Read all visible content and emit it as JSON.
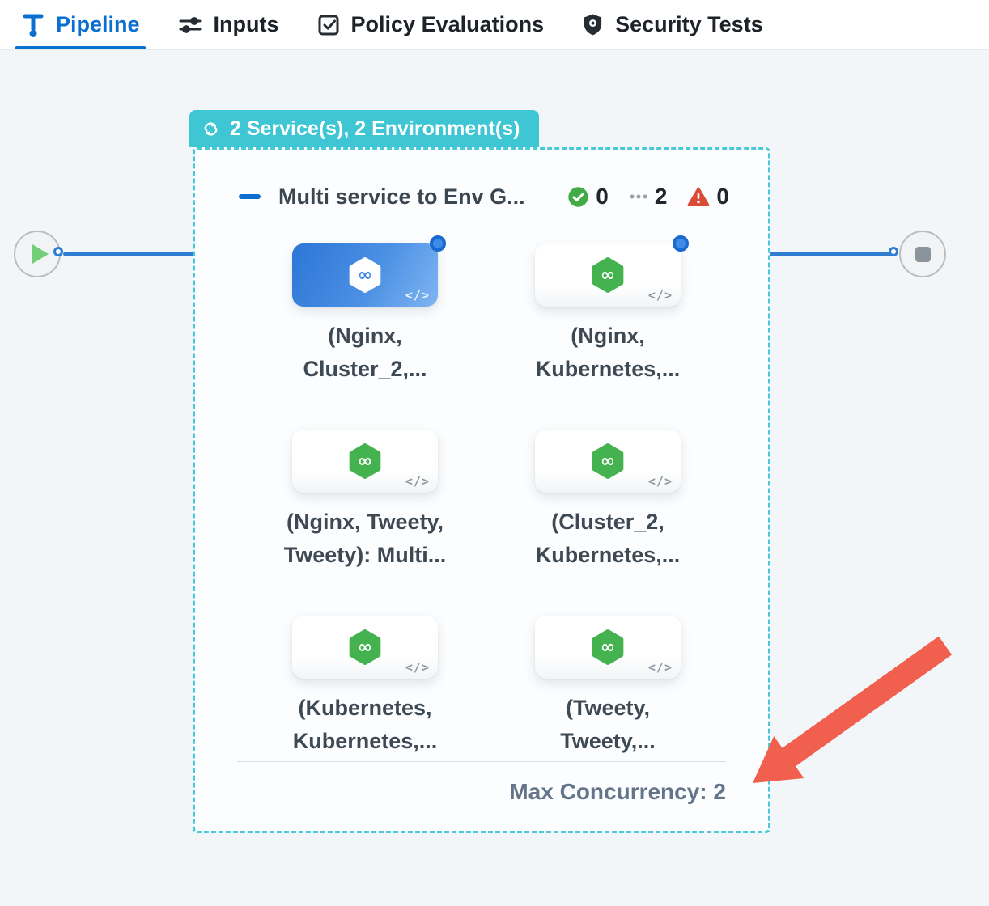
{
  "tabs": [
    {
      "label": "Pipeline",
      "active": true
    },
    {
      "label": "Inputs",
      "active": false
    },
    {
      "label": "Policy Evaluations",
      "active": false
    },
    {
      "label": "Security Tests",
      "active": false
    }
  ],
  "group": {
    "badge_label": "2 Service(s), 2 Environment(s)",
    "title": "Multi service to Env G...",
    "status": {
      "success_count": "0",
      "pending_count": "2",
      "failed_count": "0"
    },
    "max_concurrency": {
      "label": "Max Concurrency:",
      "value": "2"
    }
  },
  "stages": [
    {
      "name_line1": "(Nginx,",
      "name_line2": "Cluster_2,...",
      "selected": true,
      "status_dot": true
    },
    {
      "name_line1": "(Nginx,",
      "name_line2": "Kubernetes,...",
      "selected": false,
      "status_dot": true
    },
    {
      "name_line1": "(Nginx, Tweety,",
      "name_line2": "Tweety): Multi...",
      "selected": false,
      "status_dot": false
    },
    {
      "name_line1": "(Cluster_2,",
      "name_line2": "Kubernetes,...",
      "selected": false,
      "status_dot": false
    },
    {
      "name_line1": "(Kubernetes,",
      "name_line2": "Kubernetes,...",
      "selected": false,
      "status_dot": false
    },
    {
      "name_line1": "(Tweety,",
      "name_line2": "Tweety,...",
      "selected": false,
      "status_dot": false
    }
  ],
  "glyphs": {
    "code": "</>",
    "infinity": "∞"
  },
  "colors": {
    "teal": "#3EC6D4",
    "active_blue": "#0B6FD0",
    "line_blue": "#2E7DD1",
    "service_green": "#44B24E",
    "success_green": "#42AB45",
    "warning_red": "#DC4A38",
    "arrow_red": "#F1604E",
    "canvas_bg": "#F2F6F8"
  }
}
